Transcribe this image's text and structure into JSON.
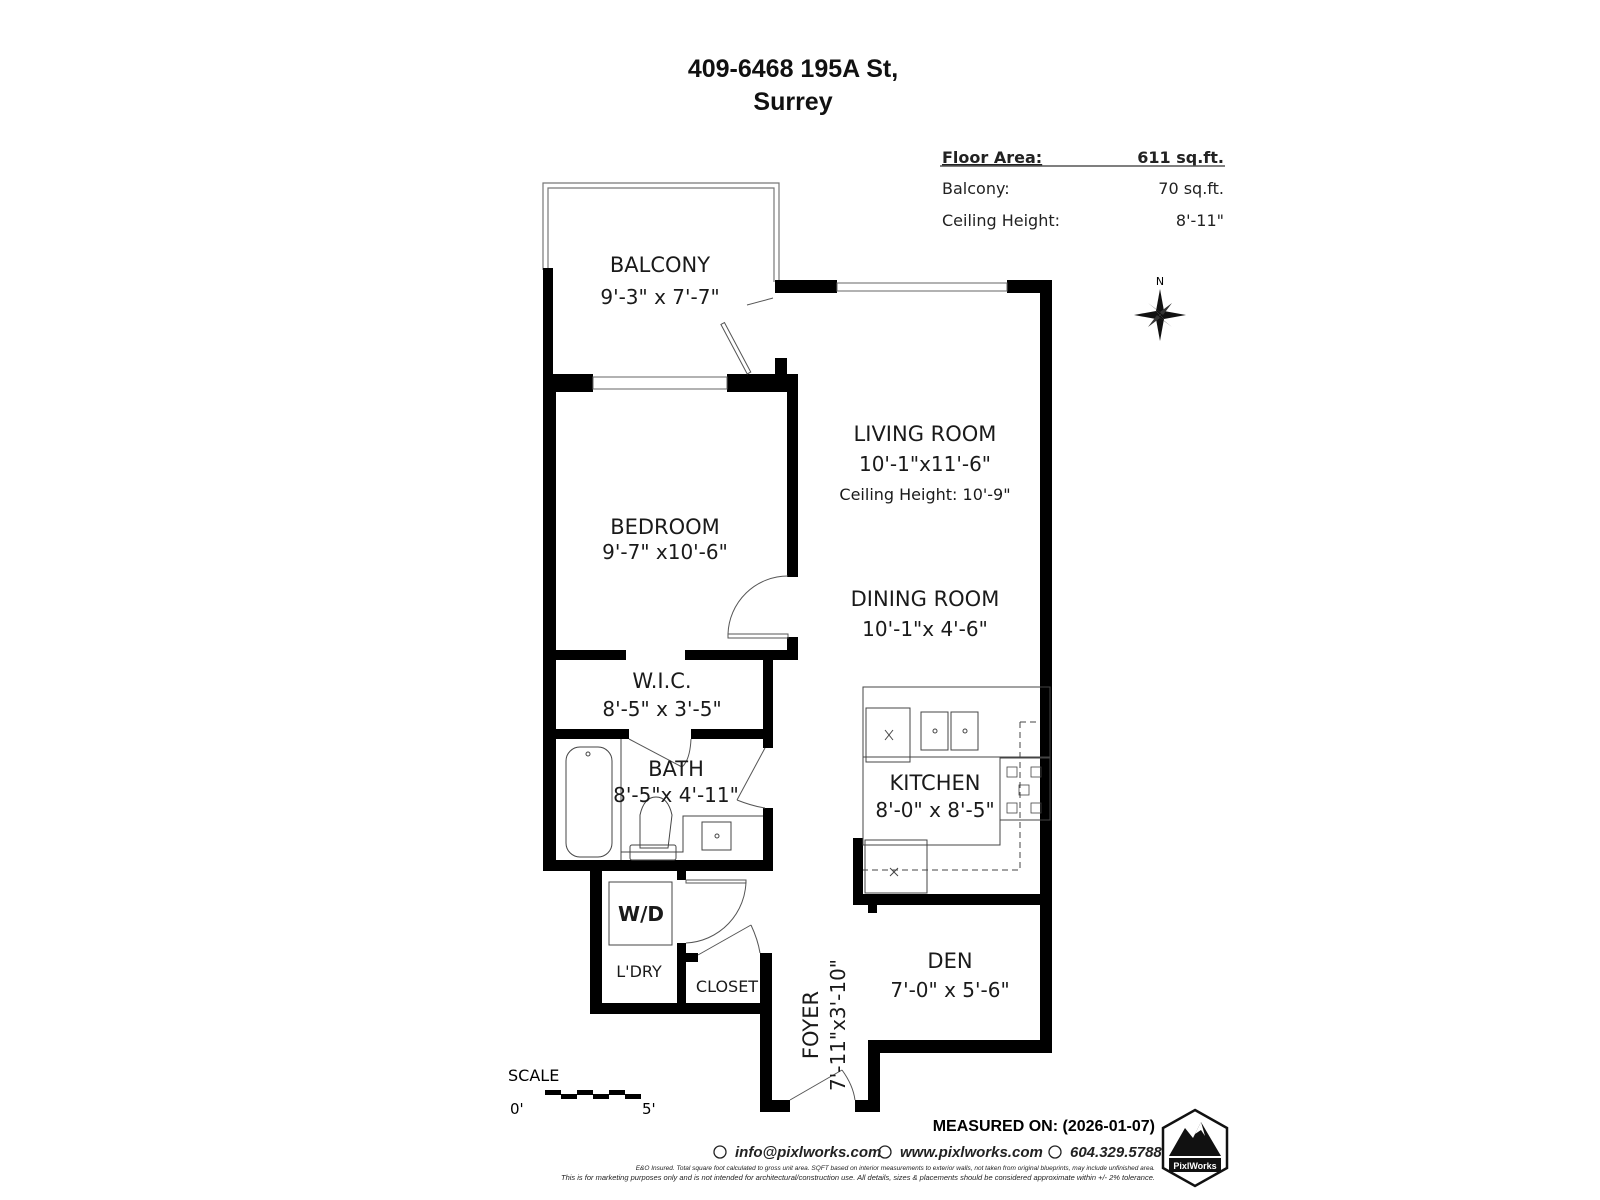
{
  "title": {
    "line1": "409-6468 195A St,",
    "line2": "Surrey"
  },
  "info": {
    "floor_area_label": "Floor Area:",
    "floor_area_value": "611 sq.ft.",
    "balcony_label": "Balcony:",
    "balcony_value": "70 sq.ft.",
    "ceiling_label": "Ceiling Height:",
    "ceiling_value": "8'-11\""
  },
  "compass": {
    "north": "N"
  },
  "rooms": {
    "balcony": {
      "name": "BALCONY",
      "dims": "9'-3\" x 7'-7\""
    },
    "living": {
      "name": "LIVING ROOM",
      "dims": "10'-1\"x11'-6\"",
      "note": "Ceiling Height: 10'-9\""
    },
    "bedroom": {
      "name": "BEDROOM",
      "dims": "9'-7\" x10'-6\""
    },
    "dining": {
      "name": "DINING ROOM",
      "dims": "10'-1\"x  4'-6\""
    },
    "wic": {
      "name": "W.I.C.",
      "dims": "8'-5\" x 3'-5\""
    },
    "bath": {
      "name": "BATH",
      "dims": "8'-5\"x 4'-11\""
    },
    "kitchen": {
      "name": "KITCHEN",
      "dims": "8'-0\" x 8'-5\""
    },
    "wd": {
      "name": "W/D"
    },
    "laundry": {
      "name": "L'DRY"
    },
    "closet": {
      "name": "CLOSET"
    },
    "den": {
      "name": "DEN",
      "dims": "7'-0\" x 5'-6\""
    },
    "foyer": {
      "name": "FOYER",
      "dims": "7'-11\"x3'-10\""
    }
  },
  "scale": {
    "label": "SCALE",
    "start": "0'",
    "end": "5'"
  },
  "footer": {
    "measured": "MEASURED ON: (2026-01-07)",
    "email": "info@pixlworks.com",
    "website": "www.pixlworks.com",
    "phone": "604.329.5788",
    "disclaimer1": "E&O Insured.  Total square foot calculated to gross unit area. SQFT based on interior measurements to exterior walls, not taken from original blueprints, may include unfinished area.",
    "disclaimer2": "This is for marketing purposes only and is not intended for architectural/construction use.  All details, sizes & placements should be considered approximate within +/- 2% tolerance.",
    "logo_text": "PixlWorks"
  },
  "colors": {
    "wall": "#000000",
    "line": "#555555",
    "text": "#1a1a1a"
  }
}
